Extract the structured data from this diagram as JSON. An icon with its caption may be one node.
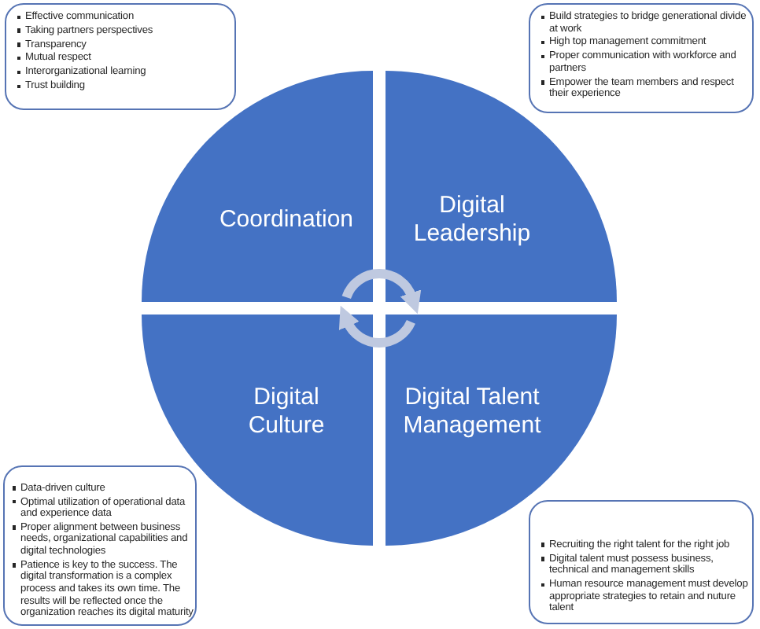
{
  "diagram": {
    "nodes": [
      {
        "text": [
          "Effective communication",
          "Taking partners perspectives",
          "Transparency",
          "Mutual respect",
          "Interorganizational learning",
          "Trust building"
        ]
      },
      {
        "text": [
          "Build strategies to bridge generational divide at work",
          "High top management commitment",
          "Proper communication with workforce and partners",
          "Empower the team members and respect their experience"
        ]
      },
      {
        "text": [
          "Coordination"
        ]
      },
      {
        "text": [
          "Digital Leadership"
        ]
      },
      {
        "text": [
          "Digital Culture"
        ]
      },
      {
        "text": [
          "Digital Talent Management"
        ]
      },
      {
        "text": [
          "Data-driven culture",
          "Optimal utilization of operational data and experience data",
          "Proper alignment between business needs, organizational capabilities and digital technologies",
          "Patience is key to the success. The digital transformation is a complex process and takes its own time. The results will be reflected once the organization reaches its digital maturity"
        ]
      },
      {
        "text": [
          "Recruiting the right talent for the right job",
          "Digital talent must possess business, technical and management skills",
          "Human resource management must develop appropriate strategies to retain and nuture talent"
        ]
      }
    ],
    "edges": [
      {
        "from": 2,
        "to": 3,
        "arrow": "to"
      },
      {
        "from": 5,
        "to": 4,
        "arrow": "to"
      }
    ]
  }
}
